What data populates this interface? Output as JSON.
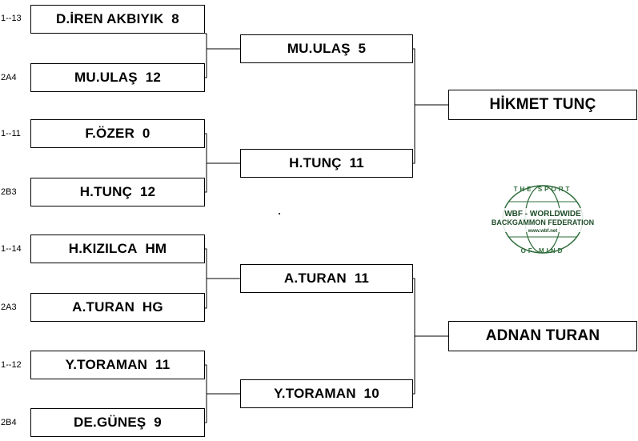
{
  "round1": [
    {
      "seed": "1--13",
      "name": "D.İREN AKBIYIK",
      "score": "8"
    },
    {
      "seed": "2A4",
      "name": "MU.ULAŞ",
      "score": "12"
    },
    {
      "seed": "1--11",
      "name": "F.ÖZER",
      "score": "0"
    },
    {
      "seed": "2B3",
      "name": "H.TUNÇ",
      "score": "12"
    },
    {
      "seed": "1--14",
      "name": "H.KIZILCA",
      "score": "HM"
    },
    {
      "seed": "2A3",
      "name": "A.TURAN",
      "score": "HG"
    },
    {
      "seed": "1--12",
      "name": "Y.TORAMAN",
      "score": "11"
    },
    {
      "seed": "2B4",
      "name": "DE.GÜNEŞ",
      "score": "9"
    }
  ],
  "round2": [
    {
      "name": "MU.ULAŞ",
      "score": "5"
    },
    {
      "name": "H.TUNÇ",
      "score": "11"
    },
    {
      "name": "A.TURAN",
      "score": "11"
    },
    {
      "name": "Y.TORAMAN",
      "score": "10"
    }
  ],
  "finalists": [
    {
      "name": "HİKMET TUNÇ"
    },
    {
      "name": "ADNAN TURAN"
    }
  ],
  "logo": {
    "top_text": "THE SPORT",
    "line1": "WBF - WORLDWIDE",
    "line2": "BACKGAMMON FEDERATION",
    "url": "www.wbf.net",
    "bottom_text": "OF MIND",
    "color": "#2e6b3a"
  }
}
